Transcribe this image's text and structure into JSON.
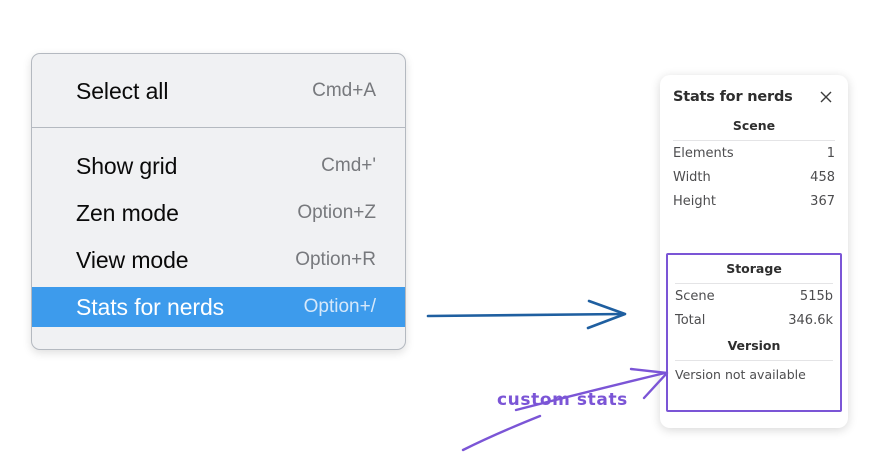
{
  "context_menu": {
    "name": "context-menu",
    "sections": [
      {
        "items": [
          {
            "label": "Select all",
            "shortcut": "Cmd+A",
            "highlighted": false
          }
        ]
      },
      {
        "items": [
          {
            "label": "Show grid",
            "shortcut": "Cmd+'",
            "highlighted": false
          },
          {
            "label": "Zen mode",
            "shortcut": "Option+Z",
            "highlighted": false
          },
          {
            "label": "View mode",
            "shortcut": "Option+R",
            "highlighted": false
          },
          {
            "label": "Stats for nerds",
            "shortcut": "Option+/",
            "highlighted": true
          }
        ]
      }
    ]
  },
  "stats_panel": {
    "title": "Stats for nerds",
    "close_icon": "close-icon",
    "scene": {
      "heading": "Scene",
      "rows": [
        {
          "key": "Elements",
          "value": "1"
        },
        {
          "key": "Width",
          "value": "458"
        },
        {
          "key": "Height",
          "value": "367"
        }
      ]
    },
    "storage": {
      "heading": "Storage",
      "rows": [
        {
          "key": "Scene",
          "value": "515b"
        },
        {
          "key": "Total",
          "value": "346.6k"
        }
      ]
    },
    "version": {
      "heading": "Version",
      "note": "Version not available"
    }
  },
  "annotations": {
    "custom_stats_label": "custom stats",
    "blue_arrow": "arrow-pointing-right",
    "purple_arrow": "arrow-pointing-to-storage-section"
  },
  "colors": {
    "menu_highlight": "#3d9bec",
    "menu_background": "#f0f1f3",
    "menu_border": "#b4b9c0",
    "annotation_purple": "#7b55d6",
    "annotation_blue": "#1f5fa0",
    "panel_background": "#ffffff",
    "panel_text": "#4d4d4f"
  }
}
